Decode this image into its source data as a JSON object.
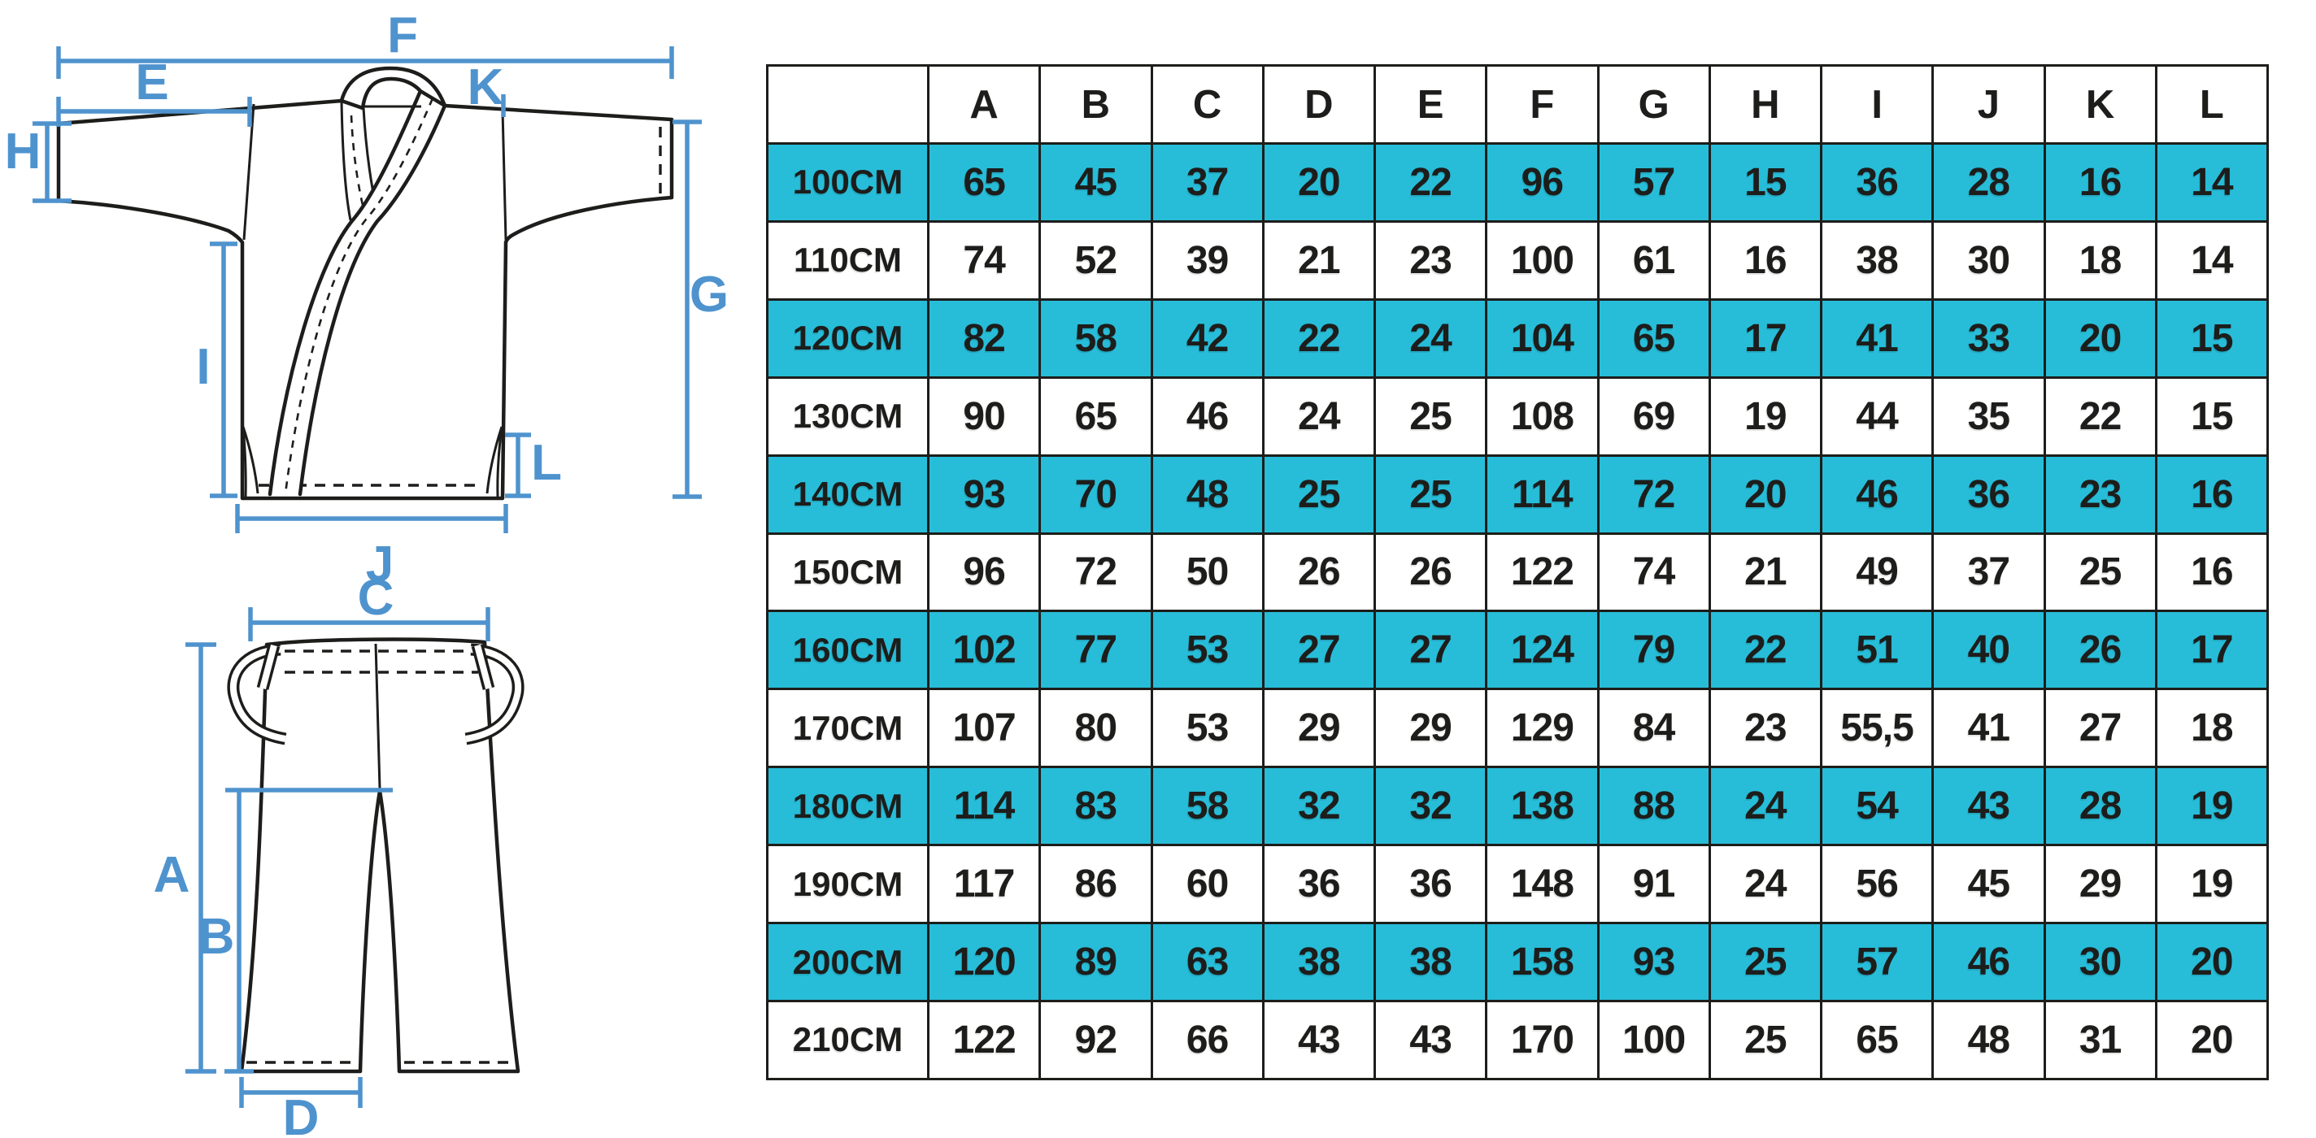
{
  "colors": {
    "ink": "#1d1d1b",
    "row_highlight_cyan": "#27bdd8",
    "dimension_blue": "#4f93ce"
  },
  "diagram": {
    "labels": {
      "F": "F",
      "E": "E",
      "K": "K",
      "H": "H",
      "G": "G",
      "I": "I",
      "L": "L",
      "J": "J",
      "C": "C",
      "A": "A",
      "B": "B",
      "D": "D"
    }
  },
  "chart_data": {
    "type": "table",
    "corner_label": "",
    "columns": [
      "A",
      "B",
      "C",
      "D",
      "E",
      "F",
      "G",
      "H",
      "I",
      "J",
      "K",
      "L"
    ],
    "rows": [
      {
        "size": "100CM",
        "highlight": true,
        "values": [
          65,
          45,
          37,
          20,
          22,
          96,
          57,
          15,
          36,
          28,
          16,
          14
        ]
      },
      {
        "size": "110CM",
        "highlight": false,
        "values": [
          74,
          52,
          39,
          21,
          23,
          100,
          61,
          16,
          38,
          30,
          18,
          14
        ]
      },
      {
        "size": "120CM",
        "highlight": true,
        "values": [
          82,
          58,
          42,
          22,
          24,
          104,
          65,
          17,
          41,
          33,
          20,
          15
        ]
      },
      {
        "size": "130CM",
        "highlight": false,
        "values": [
          90,
          65,
          46,
          24,
          25,
          108,
          69,
          19,
          44,
          35,
          22,
          15
        ]
      },
      {
        "size": "140CM",
        "highlight": true,
        "values": [
          93,
          70,
          48,
          25,
          25,
          114,
          72,
          20,
          46,
          36,
          23,
          16
        ]
      },
      {
        "size": "150CM",
        "highlight": false,
        "values": [
          96,
          72,
          50,
          26,
          26,
          122,
          74,
          21,
          49,
          37,
          25,
          16
        ]
      },
      {
        "size": "160CM",
        "highlight": true,
        "values": [
          102,
          77,
          53,
          27,
          27,
          124,
          79,
          22,
          51,
          40,
          26,
          17
        ]
      },
      {
        "size": "170CM",
        "highlight": false,
        "values": [
          107,
          80,
          53,
          29,
          29,
          129,
          84,
          23,
          "55,5",
          41,
          27,
          18
        ]
      },
      {
        "size": "180CM",
        "highlight": true,
        "values": [
          114,
          83,
          58,
          32,
          32,
          138,
          88,
          24,
          54,
          43,
          28,
          19
        ]
      },
      {
        "size": "190CM",
        "highlight": false,
        "values": [
          117,
          86,
          60,
          36,
          36,
          148,
          91,
          24,
          56,
          45,
          29,
          19
        ]
      },
      {
        "size": "200CM",
        "highlight": true,
        "values": [
          120,
          89,
          63,
          38,
          38,
          158,
          93,
          25,
          57,
          46,
          30,
          20
        ]
      },
      {
        "size": "210CM",
        "highlight": false,
        "values": [
          122,
          92,
          66,
          43,
          43,
          170,
          100,
          25,
          65,
          48,
          31,
          20
        ]
      }
    ]
  }
}
